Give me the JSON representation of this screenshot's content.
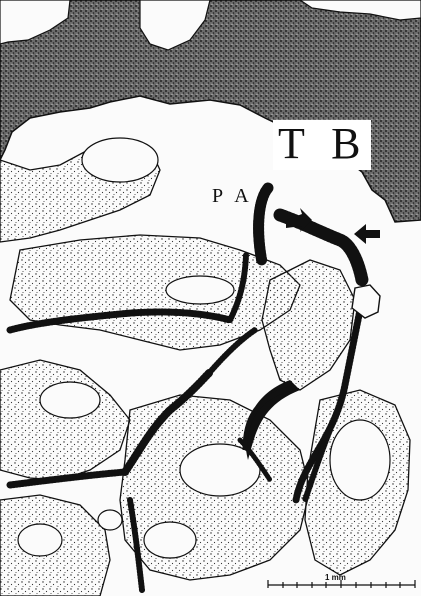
{
  "labels": {
    "tb": "T B",
    "pa": "P A"
  },
  "scale_bar": {
    "label": "1 mm"
  },
  "colors": {
    "ink": "#111111",
    "paper": "#fbfbfb"
  },
  "icons": [
    "arrow-left-icon",
    "arrow-right-icon",
    "curved-arrow-icon"
  ]
}
